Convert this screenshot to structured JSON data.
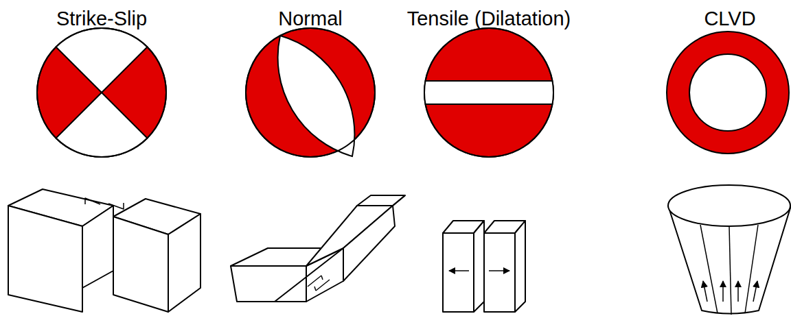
{
  "diagram": {
    "labels": [
      "Strike-Slip",
      "Normal",
      "Tensile (Dilatation)",
      "CLVD"
    ]
  }
}
